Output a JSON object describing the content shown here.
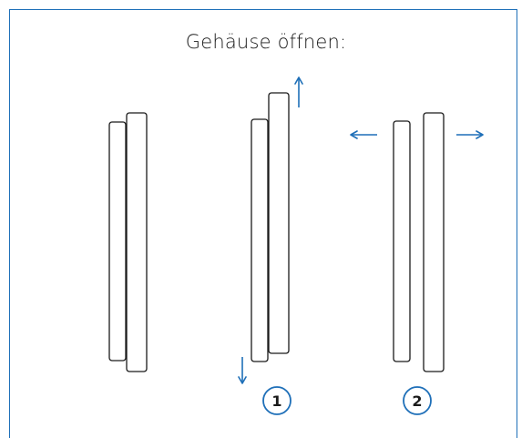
{
  "title": "Gehäuse öffnen:",
  "steps": [
    {
      "label": "1"
    },
    {
      "label": "2"
    }
  ],
  "colors": {
    "frame": "#1e6fb8",
    "arrow": "#1e6fb8",
    "panel_stroke": "#1a1a1a",
    "circle_stroke": "#1e6fb8"
  }
}
